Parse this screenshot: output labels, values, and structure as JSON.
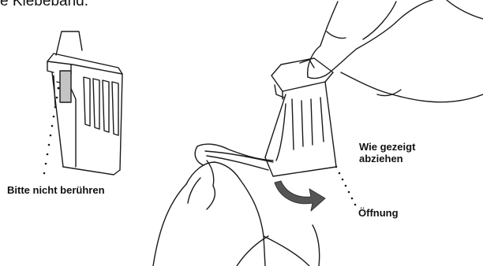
{
  "heading": "e Klebeband.",
  "callouts": {
    "do_not_touch": "Bitte nicht berühren",
    "pull_off": [
      "Wie gezeigt",
      "abziehen"
    ],
    "opening": "Öffnung"
  },
  "colors": {
    "line": "#1a1a1a",
    "arrow": "#555555",
    "contact_area": "#c4c4c4"
  }
}
